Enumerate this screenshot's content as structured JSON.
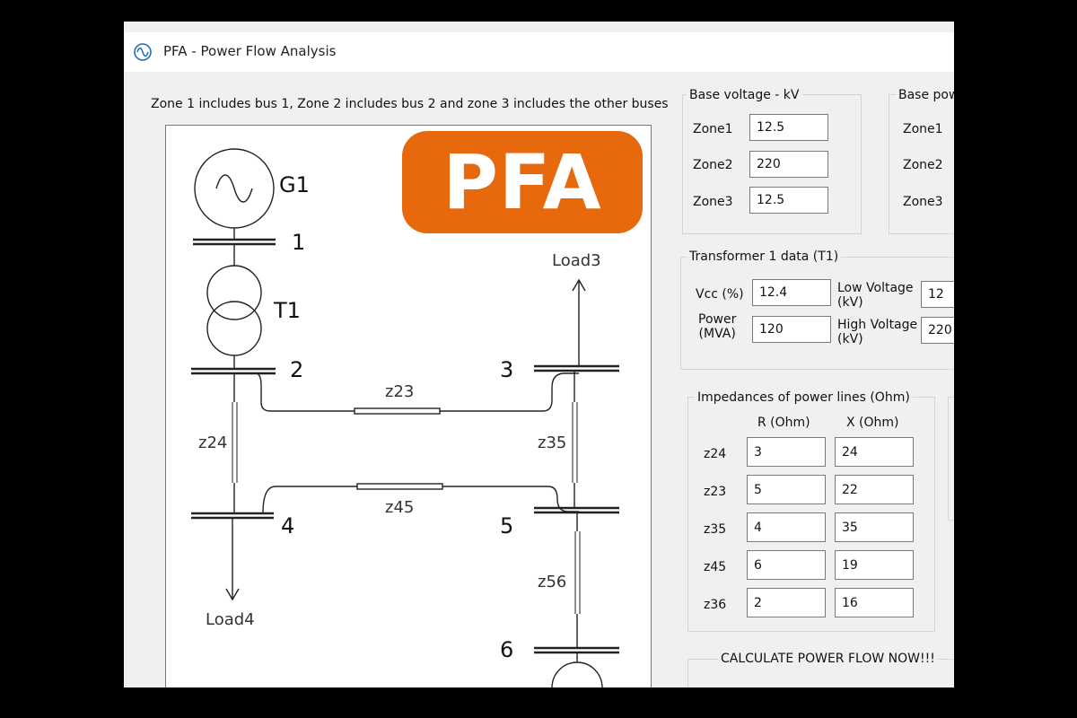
{
  "window": {
    "title": "PFA - Power Flow Analysis"
  },
  "caption": "Zone 1 includes bus 1, Zone 2 includes bus 2 and zone 3 includes the other buses",
  "badge": {
    "text": "PFA",
    "color": "#e8680e"
  },
  "diagram": {
    "generator": "G1",
    "transformer": "T1",
    "buses": [
      "1",
      "2",
      "3",
      "4",
      "5",
      "6"
    ],
    "lines": [
      "z23",
      "z24",
      "z35",
      "z45",
      "z56"
    ],
    "loads": [
      "Load3",
      "Load4"
    ]
  },
  "base_voltage": {
    "title": "Base voltage - kV",
    "rows": [
      {
        "label": "Zone1",
        "value": "12.5"
      },
      {
        "label": "Zone2",
        "value": "220"
      },
      {
        "label": "Zone3",
        "value": "12.5"
      }
    ]
  },
  "base_power": {
    "title": "Base pow",
    "rows": [
      {
        "label": "Zone1"
      },
      {
        "label": "Zone2"
      },
      {
        "label": "Zone3"
      }
    ]
  },
  "transformer": {
    "title": "Transformer 1 data (T1)",
    "vcc_label": "Vcc (%)",
    "vcc_value": "12.4",
    "power_label_1": "Power",
    "power_label_2": "(MVA)",
    "power_value": "120",
    "low_label_1": "Low Voltage",
    "low_label_2": "(kV)",
    "low_value": "12",
    "high_label_1": "High Voltage",
    "high_label_2": "(kV)",
    "high_value": "220"
  },
  "impedances": {
    "title": "Impedances of power lines (Ohm)",
    "col_r": "R (Ohm)",
    "col_x": "X (Ohm)",
    "rows": [
      {
        "label": "z24",
        "r": "3",
        "x": "24"
      },
      {
        "label": "z23",
        "r": "5",
        "x": "22"
      },
      {
        "label": "z35",
        "r": "4",
        "x": "35"
      },
      {
        "label": "z45",
        "r": "6",
        "x": "19"
      },
      {
        "label": "z36",
        "r": "2",
        "x": "16"
      }
    ]
  },
  "calculate": {
    "label": "CALCULATE POWER FLOW NOW!!!"
  }
}
